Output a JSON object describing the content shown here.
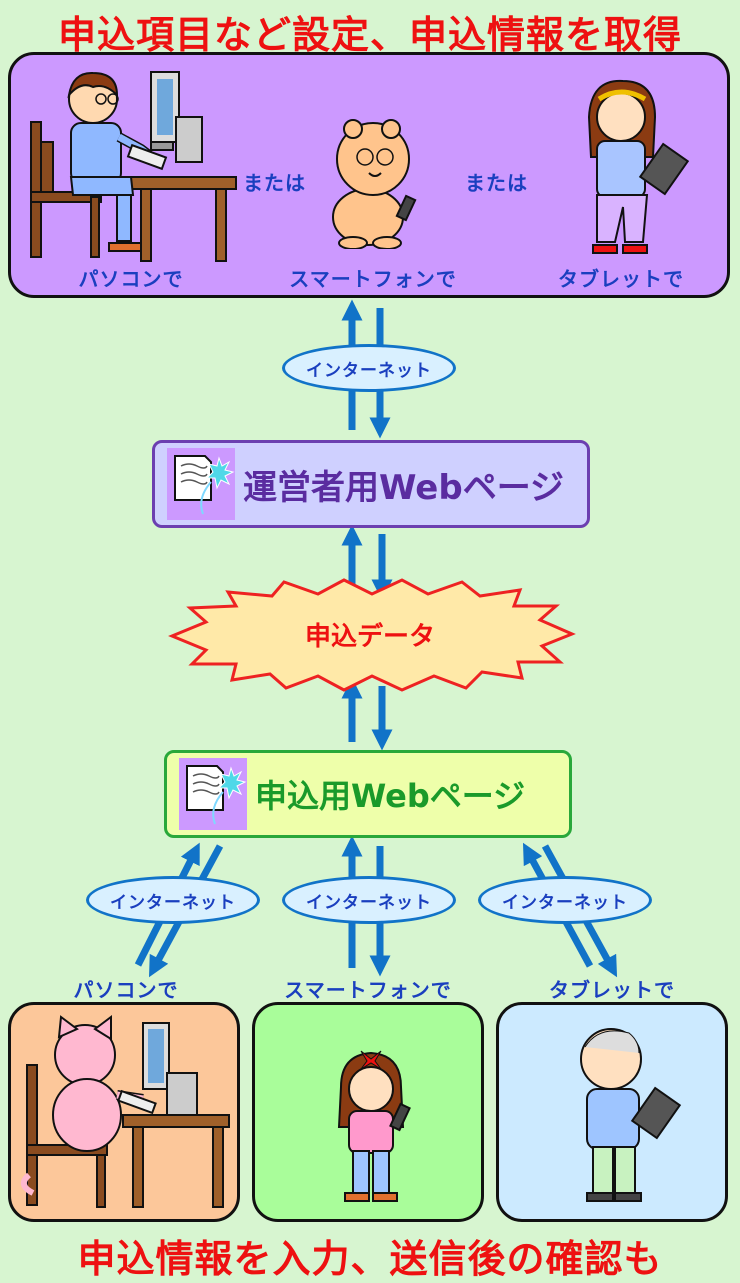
{
  "header": {
    "title": "申込項目など設定、申込情報を取得"
  },
  "top_panel": {
    "devices": [
      {
        "label": "パソコンで"
      },
      {
        "label": "スマートフォンで"
      },
      {
        "label": "タブレットで"
      }
    ],
    "or_labels": [
      "または",
      "または"
    ],
    "color": "#cc99ff"
  },
  "internet_label": "インターネット",
  "admin_page": {
    "label": "運営者用Webページ",
    "color": "#5a2ca0"
  },
  "data_burst": {
    "label": "申込データ"
  },
  "form_page": {
    "label": "申込用Webページ",
    "color": "#1a9a2a"
  },
  "bottom_devices": [
    {
      "label": "パソコンで",
      "bg": "#fcc79a"
    },
    {
      "label": "スマートフォンで",
      "bg": "#a9fd9a"
    },
    {
      "label": "タブレットで",
      "bg": "#cceaff"
    }
  ],
  "footer": {
    "title": "申込情報を入力、送信後の確認も"
  },
  "colors": {
    "arrow": "#1173c8",
    "title_red": "#ee1111",
    "caption_blue": "#1a3fbf"
  }
}
